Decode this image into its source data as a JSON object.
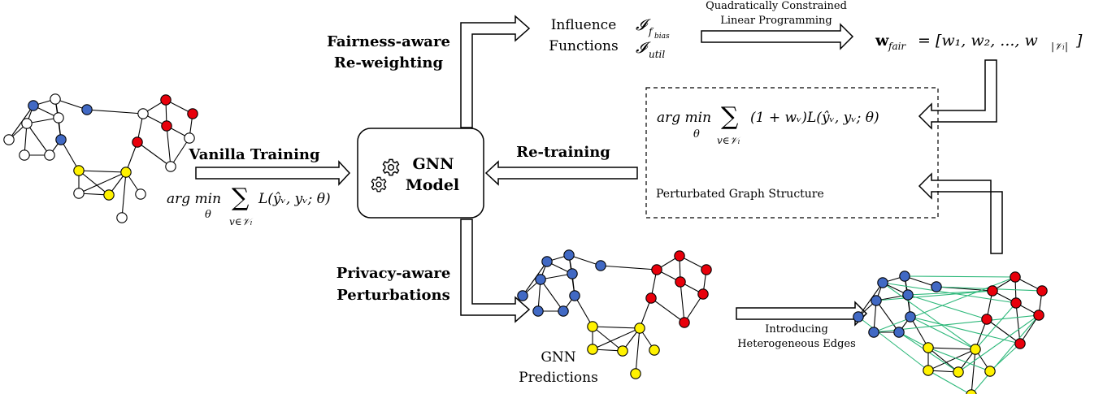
{
  "labels": {
    "fairness_1": "Fairness-aware",
    "fairness_2": "Re-weighting",
    "influence_1": "Influence",
    "influence_2": "Functions",
    "qclp_1": "Quadratically Constrained",
    "qclp_2": "Linear Programming",
    "vanilla": "Vanilla Training",
    "retraining": "Re-training",
    "gnn_1": "GNN",
    "gnn_2": "Model",
    "privacy_1": "Privacy-aware",
    "privacy_2": "Perturbations",
    "pred_1": "GNN",
    "pred_2": "Predictions",
    "intro_1": "Introducing",
    "intro_2": "Heterogeneous Edges",
    "perturbed": "Perturbated Graph Structure"
  },
  "math": {
    "i_bias": "𝓘",
    "i_bias_sub": "f",
    "i_bias_subsub": "bias",
    "i_util": "𝓘",
    "i_util_sub": "util",
    "w_fair_lhs": "w",
    "w_fair_sub": "fair",
    "w_fair_rhs": "= [w₁, w₂, ..., w",
    "w_fair_rhs_sub": "|𝒱ₗ|",
    "w_fair_close": "]",
    "argmin": "arg min",
    "theta": "θ",
    "sum": "∑",
    "sum_sub": "v∈𝒱ₗ",
    "loss_vanilla": "L(ŷᵥ, yᵥ; θ)",
    "loss_weighted": "(1 + wᵥ)L(ŷᵥ, yᵥ; θ)"
  },
  "colors": {
    "blue": "#4169c4",
    "red": "#e8000b",
    "yellow": "#fff200",
    "white": "#ffffff",
    "green_edge": "#2db87a"
  }
}
